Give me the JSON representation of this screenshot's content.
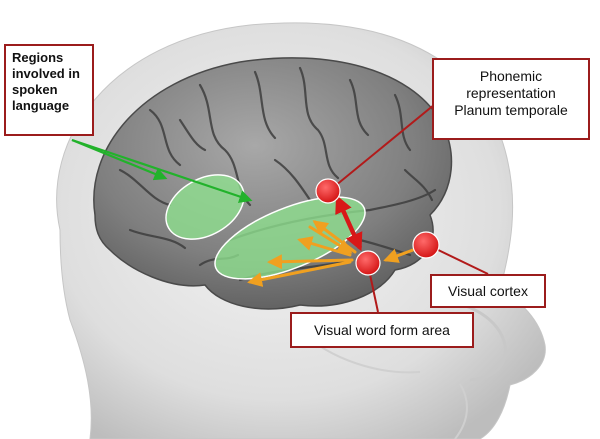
{
  "labels": {
    "spoken_language": [
      "Regions",
      "involved in",
      "spoken",
      "language"
    ],
    "phonemic": [
      "Phonemic",
      "representation",
      "Planum temporale"
    ],
    "visual_cortex": "Visual cortex",
    "visual_word_form_area": "Visual word form area"
  },
  "colors": {
    "callout_border": "#9b1c1c",
    "region_fill": "#8ee28e",
    "node_red": "#e81c1c",
    "arrow_green": "#22b22b",
    "arrow_orange": "#f0a020",
    "arrow_red": "#d81818"
  }
}
